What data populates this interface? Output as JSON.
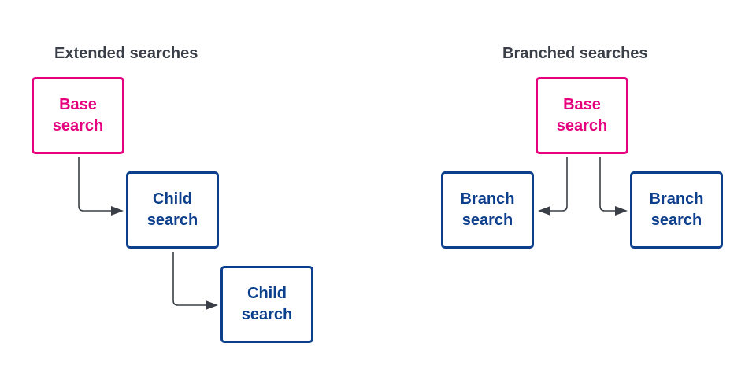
{
  "headings": {
    "extended": "Extended searches",
    "branched": "Branched searches"
  },
  "extended": {
    "base": "Base search",
    "child1": "Child search",
    "child2": "Child search"
  },
  "branched": {
    "base": "Base search",
    "branch_left": "Branch search",
    "branch_right": "Branch search"
  },
  "colors": {
    "base_node": "#e6007e",
    "child_node": "#0c3f8c",
    "connector": "#3a3f47",
    "heading": "#3a3f47"
  }
}
